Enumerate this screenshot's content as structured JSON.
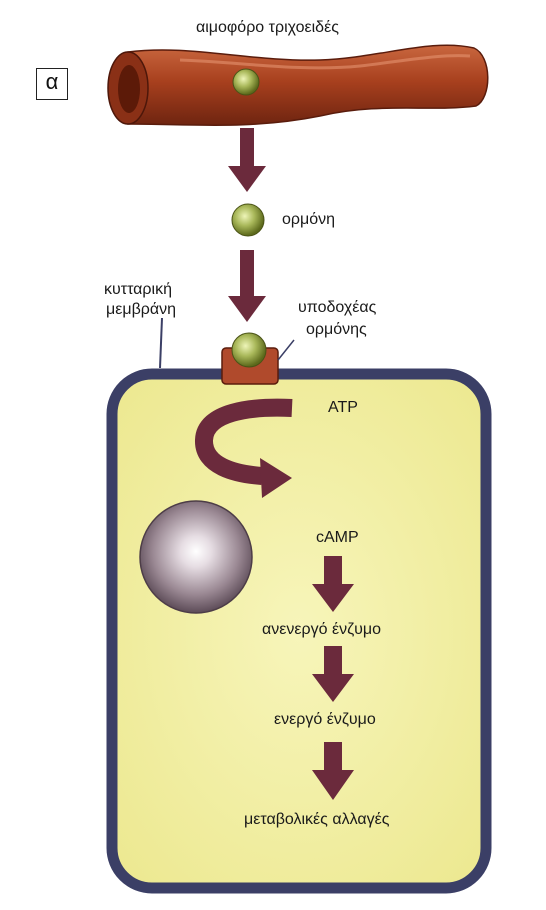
{
  "panel_label": "α",
  "labels": {
    "capillary": "αιμοφόρο τριχοειδές",
    "hormone": "ορμόνη",
    "membrane_line1": "κυτταρική",
    "membrane_line2": "μεμβράνη",
    "receptor_line1": "υποδοχέας",
    "receptor_line2": "ορμόνης",
    "atp": "ATP",
    "camp": "cAMP",
    "inactive_enzyme": "ανενεργό ένζυμο",
    "active_enzyme": "ενεργό ένζυμο",
    "metabolic_changes": "μεταβολικές αλλαγές"
  },
  "colors": {
    "vessel": "#a8401e",
    "vessel_dark": "#6e2410",
    "hormone": "#a9b85a",
    "arrow": "#6b2a3c",
    "membrane": "#3b3f66",
    "cytoplasm": "#f3f0a4",
    "receptor": "#b04a2c",
    "nucleus": "#8a7a86"
  }
}
